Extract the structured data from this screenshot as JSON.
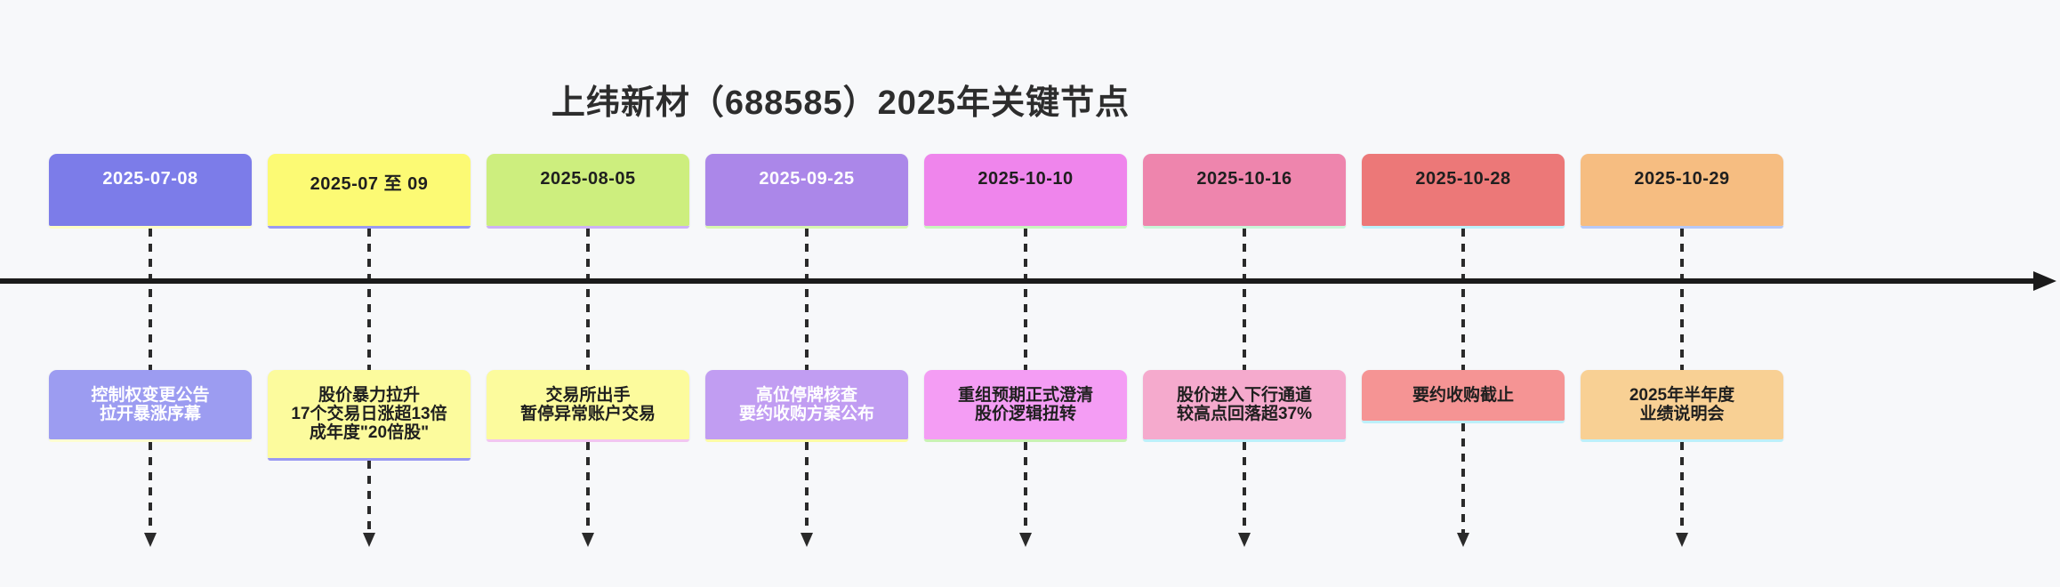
{
  "title": "上纬新材（688585）2025年关键节点",
  "colors": {
    "background": "#f7f8fa",
    "title_text": "#2d2d2d",
    "axis": "#1b1b1b",
    "dash": "#2a2a2a"
  },
  "timeline": {
    "axis_direction": "right-arrow",
    "events": [
      {
        "date": "2025-07-08",
        "lines": [
          "控制权变更公告",
          "拉开暴涨序幕"
        ],
        "date_box": {
          "bg": "#7c7ce9",
          "text": "#ffffff",
          "strip": "#fdfdc6"
        },
        "event_box": {
          "bg": "#9c9cf1",
          "text": "#ffffff",
          "strip": "#fdfdd2"
        }
      },
      {
        "date": "2025-07 至 09",
        "lines": [
          "股价暴力拉升",
          "17个交易日涨超13倍",
          "成年度\"20倍股\""
        ],
        "date_box": {
          "bg": "#fcfa74",
          "text": "#1f1f1f",
          "strip": "#9a9af2"
        },
        "event_box": {
          "bg": "#fcfb9d",
          "text": "#1f1f1f",
          "strip": "#9a9af2"
        }
      },
      {
        "date": "2025-08-05",
        "lines": [
          "交易所出手",
          "暂停异常账户交易"
        ],
        "date_box": {
          "bg": "#cdee7e",
          "text": "#1f1f1f",
          "strip": "#cdb2f6"
        },
        "event_box": {
          "bg": "#fcfb9d",
          "text": "#1f1f1f",
          "strip": "#f2c6f0"
        }
      },
      {
        "date": "2025-09-25",
        "lines": [
          "高位停牌核查",
          "要约收购方案公布"
        ],
        "date_box": {
          "bg": "#ab87e9",
          "text": "#ffffff",
          "strip": "#d8f6b0"
        },
        "event_box": {
          "bg": "#c19df2",
          "text": "#ffffff",
          "strip": "#fcfba6"
        }
      },
      {
        "date": "2025-10-10",
        "lines": [
          "重组预期正式澄清",
          "股价逻辑扭转"
        ],
        "date_box": {
          "bg": "#ef85ec",
          "text": "#1f1f1f",
          "strip": "#c9f6bc"
        },
        "event_box": {
          "bg": "#f49df4",
          "text": "#1f1f1f",
          "strip": "#c9f2b4"
        }
      },
      {
        "date": "2025-10-16",
        "lines": [
          "股价进入下行通道",
          "较高点回落超37%"
        ],
        "date_box": {
          "bg": "#ee85ad",
          "text": "#1f1f1f",
          "strip": "#c9f6d8"
        },
        "event_box": {
          "bg": "#f5aacd",
          "text": "#1f1f1f",
          "strip": "#bdf0fa"
        }
      },
      {
        "date": "2025-10-28",
        "lines": [
          "要约收购截止"
        ],
        "date_box": {
          "bg": "#ec7878",
          "text": "#1f1f1f",
          "strip": "#bdf2fb"
        },
        "event_box": {
          "bg": "#f59494",
          "text": "#1f1f1f",
          "strip": "#bdf0fa"
        }
      },
      {
        "date": "2025-10-29",
        "lines": [
          "2025年半年度",
          "业绩说明会"
        ],
        "date_box": {
          "bg": "#f6bd81",
          "text": "#1f1f1f",
          "strip": "#b7c9f8"
        },
        "event_box": {
          "bg": "#f8d094",
          "text": "#1f1f1f",
          "strip": "#bdf0fa"
        }
      }
    ]
  }
}
